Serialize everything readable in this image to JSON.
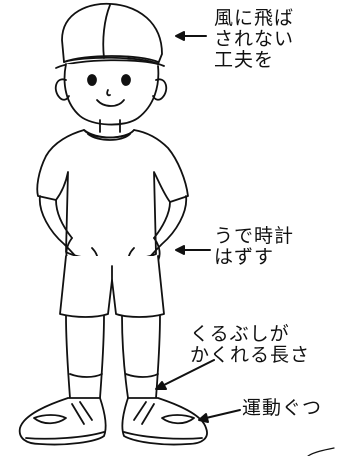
{
  "annotations": [
    {
      "id": "cap",
      "lines": [
        "風に飛ば",
        "されない",
        "工夫を"
      ]
    },
    {
      "id": "watch",
      "lines": [
        "うで時計",
        "はずす"
      ]
    },
    {
      "id": "socks",
      "lines": [
        "くるぶしが",
        "かくれる長さ"
      ]
    },
    {
      "id": "shoes",
      "lines": [
        "運動ぐつ"
      ]
    }
  ],
  "colors": {
    "line": "#111111",
    "background": "#ffffff"
  }
}
